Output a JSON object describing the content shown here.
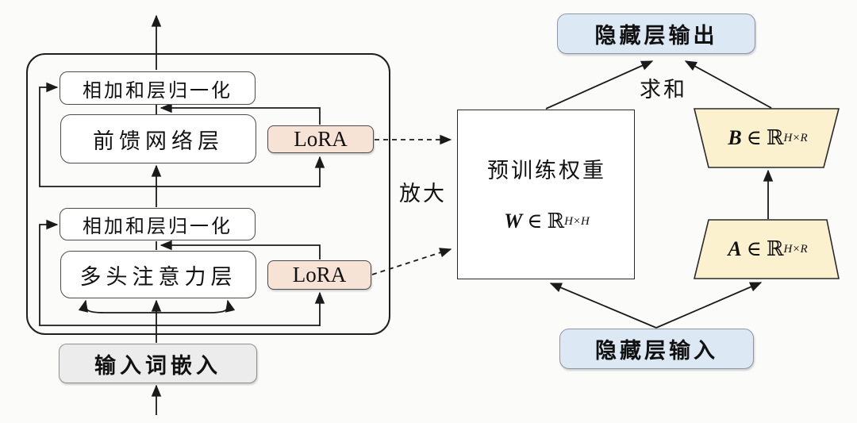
{
  "diagram": {
    "transformer": {
      "add_norm_1": "相加和层归一化",
      "feed_forward": "前馈网络层",
      "lora_ffn": "LoRA",
      "add_norm_2": "相加和层归一化",
      "multi_head_attention": "多头注意力层",
      "lora_attention": "LoRA",
      "input_embedding": "输入词嵌入"
    },
    "labels": {
      "magnify": "放大",
      "sum": "求和"
    },
    "lora_detail": {
      "hidden_output": "隐藏层输出",
      "hidden_input": "隐藏层输入",
      "pretrained_title": "预训练权重",
      "w_formula": {
        "symbol": "W",
        "element_of": "∈",
        "set": "ℝ",
        "exponent": "H×H"
      },
      "b_formula": {
        "symbol": "B",
        "element_of": "∈",
        "set": "ℝ",
        "exponent": "H×R"
      },
      "a_formula": {
        "symbol": "A",
        "element_of": "∈",
        "set": "ℝ",
        "exponent": "H×R"
      }
    },
    "colors": {
      "lora_fill": "#f7e3d6",
      "blue_fill": "#dce8f4",
      "yellow_fill": "#fbf1cf",
      "gray_fill": "#ececec",
      "line": "#1a1a1a"
    }
  }
}
